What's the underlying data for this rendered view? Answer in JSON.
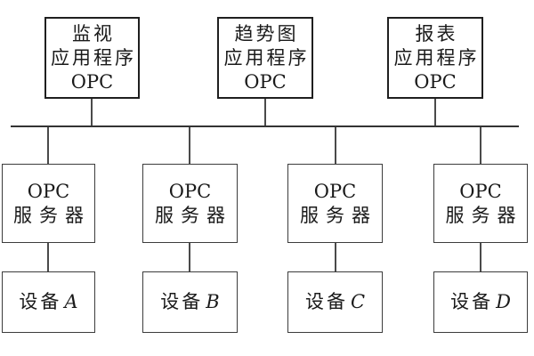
{
  "diagram": {
    "title_semantic": "OPC client-server architecture diagram",
    "background_color": "#ffffff",
    "box_border_color": "#1f1f1f",
    "connector_color": "#4a4a4a",
    "bus_color": "#333333"
  },
  "top_apps": [
    {
      "line1": "监视",
      "line2": "应用程序",
      "line3": "OPC"
    },
    {
      "line1": "趋势图",
      "line2": "应用程序",
      "line3": "OPC"
    },
    {
      "line1": "报表",
      "line2": "应用程序",
      "line3": "OPC"
    }
  ],
  "servers": [
    {
      "line1": "OPC",
      "line2": "服务器"
    },
    {
      "line1": "OPC",
      "line2": "服务器"
    },
    {
      "line1": "OPC",
      "line2": "服务器"
    },
    {
      "line1": "OPC",
      "line2": "服务器"
    }
  ],
  "devices": [
    {
      "label": "设备",
      "letter": "A"
    },
    {
      "label": "设备",
      "letter": "B"
    },
    {
      "label": "设备",
      "letter": "C"
    },
    {
      "label": "设备",
      "letter": "D"
    }
  ]
}
